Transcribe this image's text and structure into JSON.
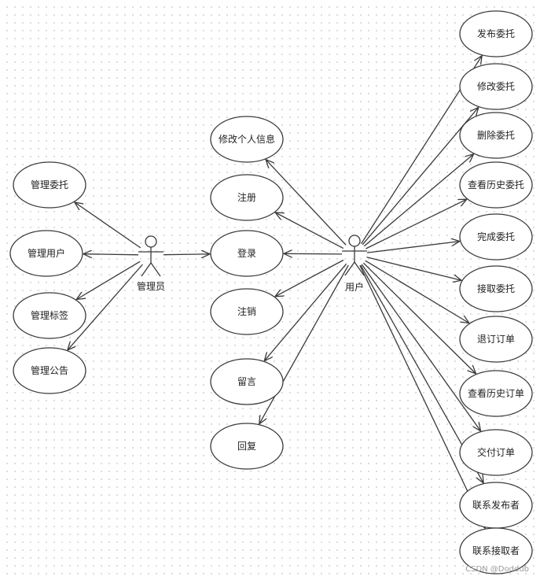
{
  "actors": {
    "admin": {
      "label": "管理员"
    },
    "user": {
      "label": "用户"
    }
  },
  "use_cases": {
    "admin": [
      "管理委托",
      "管理用户",
      "管理标签",
      "管理公告"
    ],
    "center": [
      "修改个人信息",
      "注册",
      "登录",
      "注销",
      "留言",
      "回复"
    ],
    "user_right": [
      "发布委托",
      "修改委托",
      "删除委托",
      "查看历史委托",
      "完成委托",
      "接取委托",
      "退订订单",
      "查看历史订单",
      "交付订单",
      "联系发布者",
      "联系接取者"
    ]
  },
  "associations": [
    {
      "from": "管理员",
      "to": "管理委托"
    },
    {
      "from": "管理员",
      "to": "管理用户"
    },
    {
      "from": "管理员",
      "to": "管理标签"
    },
    {
      "from": "管理员",
      "to": "管理公告"
    },
    {
      "from": "管理员",
      "to": "登录"
    },
    {
      "from": "用户",
      "to": "修改个人信息"
    },
    {
      "from": "用户",
      "to": "注册"
    },
    {
      "from": "用户",
      "to": "登录"
    },
    {
      "from": "用户",
      "to": "注销"
    },
    {
      "from": "用户",
      "to": "留言"
    },
    {
      "from": "用户",
      "to": "回复"
    },
    {
      "from": "用户",
      "to": "发布委托"
    },
    {
      "from": "用户",
      "to": "修改委托"
    },
    {
      "from": "用户",
      "to": "删除委托"
    },
    {
      "from": "用户",
      "to": "查看历史委托"
    },
    {
      "from": "用户",
      "to": "完成委托"
    },
    {
      "from": "用户",
      "to": "接取委托"
    },
    {
      "from": "用户",
      "to": "退订订单"
    },
    {
      "from": "用户",
      "to": "查看历史订单"
    },
    {
      "from": "用户",
      "to": "交付订单"
    },
    {
      "from": "用户",
      "to": "联系发布者"
    },
    {
      "from": "用户",
      "to": "联系接取者"
    }
  ],
  "watermark": "CSDN @Doddub"
}
